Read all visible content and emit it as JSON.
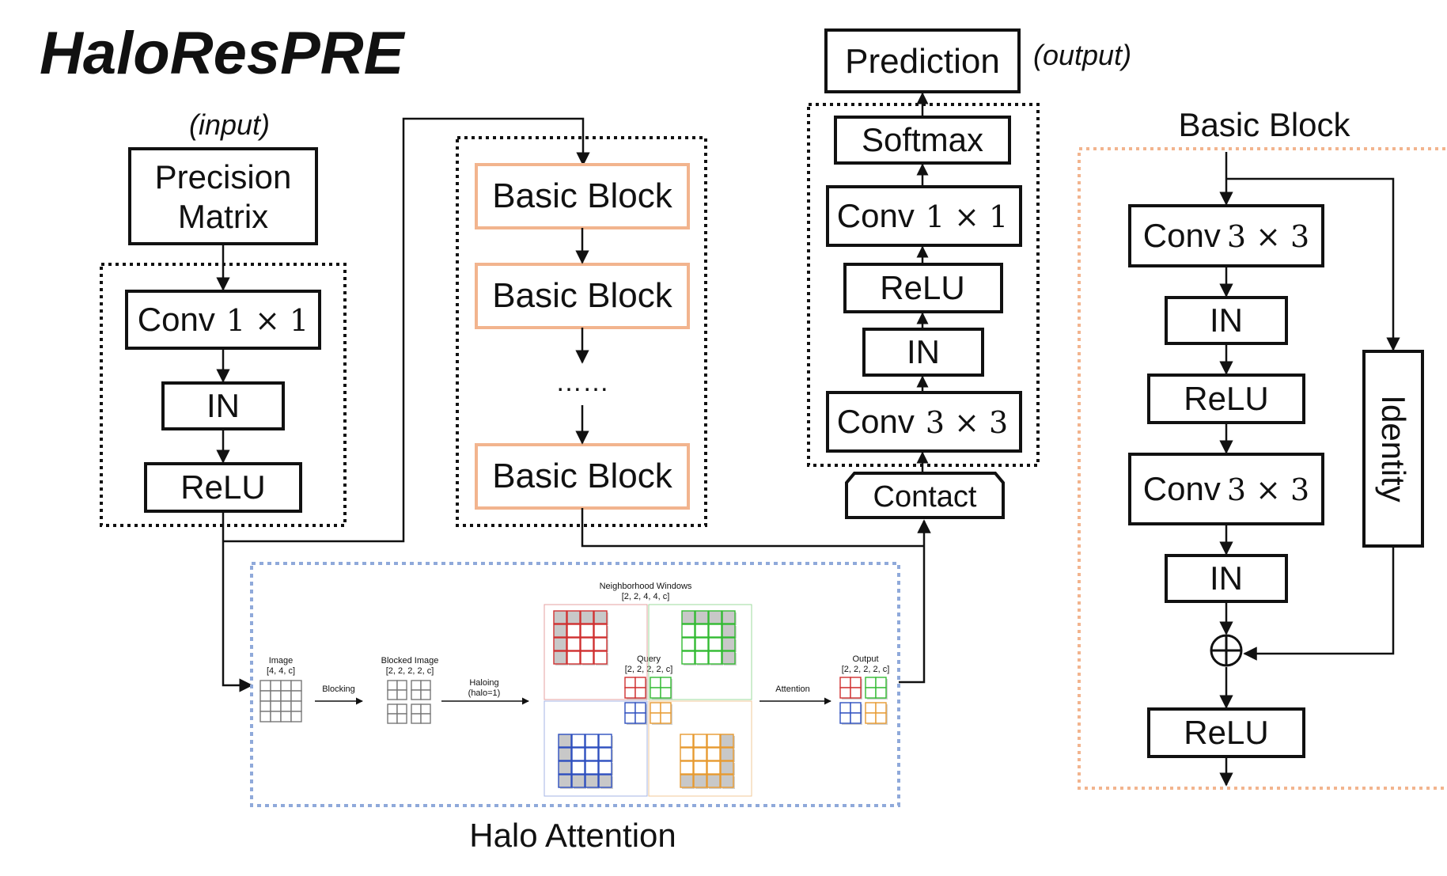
{
  "title": "HaloResPRE",
  "input_label": "(input)",
  "output_label": "(output)",
  "precision_matrix": [
    "Precision",
    "Matrix"
  ],
  "stem": {
    "conv_text": "Conv",
    "conv_math": "1 × 1",
    "in": "IN",
    "relu": "ReLU"
  },
  "backbone": {
    "block1": "Basic Block",
    "block2": "Basic Block",
    "dots": "……",
    "block3": "Basic Block"
  },
  "head": {
    "prediction": "Prediction",
    "softmax": "Softmax",
    "conv1_text": "Conv",
    "conv1_math": "1 × 1",
    "relu": "ReLU",
    "in": "IN",
    "conv3_text": "Conv",
    "conv3_math": "3 × 3",
    "contact": "Contact"
  },
  "basic_block_detail": {
    "title": "Basic Block",
    "conv_a_text": "Conv",
    "conv_a_math": "3 × 3",
    "in_a": "IN",
    "relu_a": "ReLU",
    "conv_b_text": "Conv",
    "conv_b_math": "3 × 3",
    "in_b": "IN",
    "plus": "⊕",
    "relu_b": "ReLU",
    "identity": "Identity"
  },
  "halo": {
    "caption": "Halo Attention",
    "image_label": [
      "Image",
      "[4, 4, c]"
    ],
    "blocking": "Blocking",
    "blocked_label": [
      "Blocked Image",
      "[2, 2, 2, 2, c]"
    ],
    "haloing": [
      "Haloing",
      "(halo=1)"
    ],
    "neighborhood_label": [
      "Neighborhood Windows",
      "[2, 2, 4, 4, c]"
    ],
    "query_label": [
      "Query",
      "[2, 2, 2, 2, c]"
    ],
    "attention": "Attention",
    "output_label": [
      "Output",
      "[2, 2, 2, 2, c]"
    ]
  },
  "colors": {
    "black": "#111111",
    "orange_border": "#F2B48E",
    "halo_border": "#8FA9DA",
    "red": "#D03030",
    "green": "#33BB33",
    "blue": "#2E4FBF",
    "orange": "#E79A30",
    "cell_gray": "#C8C8C8"
  }
}
